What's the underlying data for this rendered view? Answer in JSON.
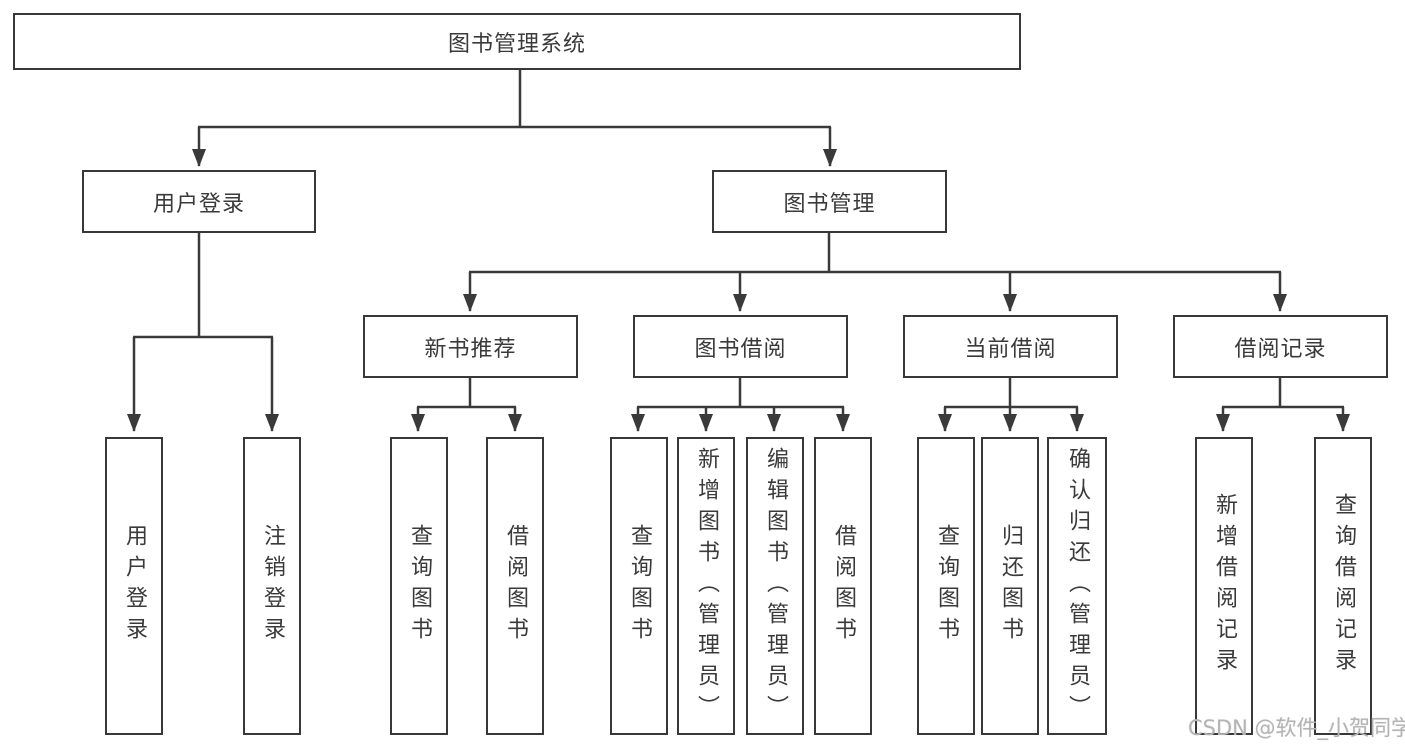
{
  "diagram": {
    "title": "图书管理系统",
    "type": "hierarchy-tree",
    "colors": {
      "line": "#3a3a3a",
      "box_border": "#383838",
      "box_fill": "#ffffff",
      "text": "#3a3a3a",
      "watermark_text_color": "#b4b4b4",
      "background": "#ffffff"
    }
  },
  "tree": {
    "label": "图书管理系统",
    "children": [
      {
        "label": "用户登录",
        "children": [
          {
            "label": "用户登录"
          },
          {
            "label": "注销登录"
          }
        ]
      },
      {
        "label": "图书管理",
        "children": [
          {
            "label": "新书推荐",
            "children": [
              {
                "label": "查询图书"
              },
              {
                "label": "借阅图书"
              }
            ]
          },
          {
            "label": "图书借阅",
            "children": [
              {
                "label": "查询图书"
              },
              {
                "label": "新增图书（管理员）"
              },
              {
                "label": "编辑图书（管理员）"
              },
              {
                "label": "借阅图书"
              }
            ]
          },
          {
            "label": "当前借阅",
            "children": [
              {
                "label": "查询图书"
              },
              {
                "label": "归还图书"
              },
              {
                "label": "确认归还（管理员）"
              }
            ]
          },
          {
            "label": "借阅记录",
            "children": [
              {
                "label": "新增借阅记录"
              },
              {
                "label": "查询借阅记录"
              }
            ]
          }
        ]
      }
    ]
  },
  "watermark": "CSDN @软件_小贺同学"
}
